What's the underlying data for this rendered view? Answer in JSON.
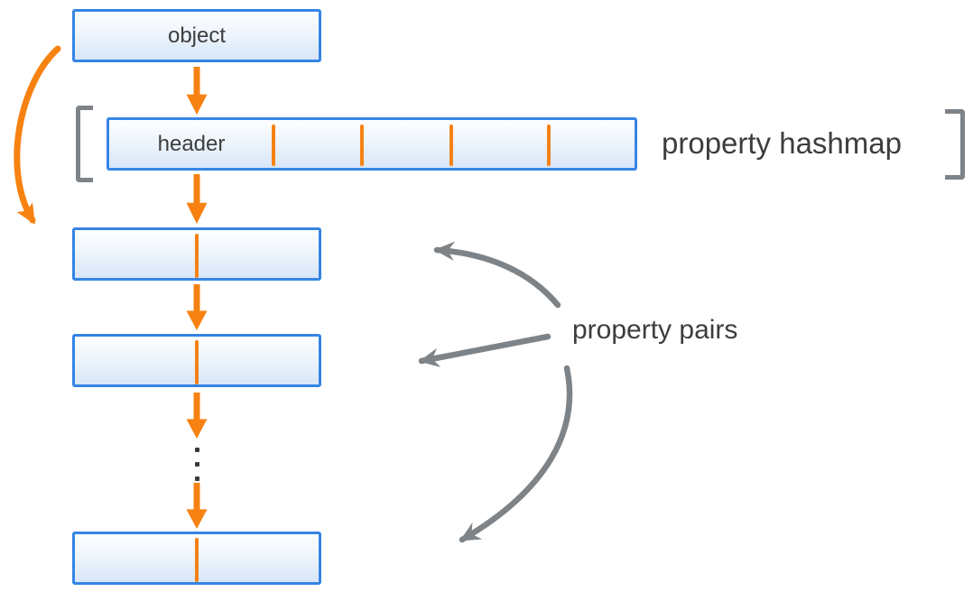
{
  "object_box": {
    "label": "object"
  },
  "hashmap": {
    "header_label": "header",
    "bracket_label": "property hashmap",
    "slot_divider_count": 4
  },
  "property_pairs": {
    "label": "property pairs",
    "visible_box_count": 3,
    "ellipsis_dot_count": 3
  },
  "colors": {
    "box_border": "#3585e5",
    "box_fill_top": "#fdfeff",
    "box_fill_bottom": "#d8e6f8",
    "accent_orange": "#f78212",
    "annotation_gray": "#7e8387",
    "label_text": "#3d3d3d",
    "ellipsis_dot": "#3a3a3a"
  }
}
